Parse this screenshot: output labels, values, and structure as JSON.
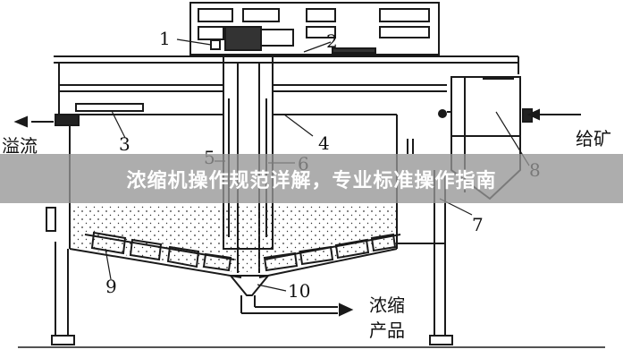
{
  "banner": {
    "title": "浓缩机操作规范详解，专业标准操作指南"
  },
  "diagram": {
    "part_numbers": [
      "1",
      "2",
      "3",
      "4",
      "5",
      "6",
      "7",
      "8",
      "9",
      "10"
    ],
    "labels": {
      "overflow": "溢流",
      "feed": "给矿",
      "product_line1": "浓缩",
      "product_line2": "产品"
    }
  },
  "colors": {
    "line": "#1a1a1a",
    "banner_bg": "#969696",
    "banner_text": "#ffffff"
  }
}
